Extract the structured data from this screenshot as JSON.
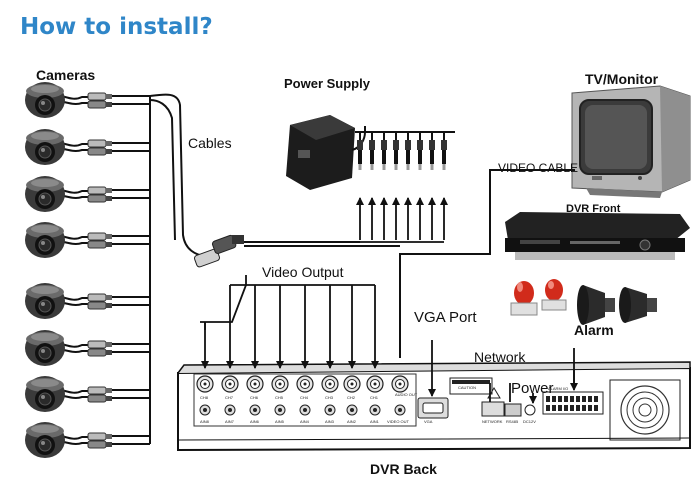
{
  "title": "How to install?",
  "labels": {
    "cameras": "Cameras",
    "cables": "Cables",
    "power_supply": "Power Supply",
    "tv_monitor": "TV/Monitor",
    "video_cable": "VIDEO CABLE",
    "dvr_front": "DVR Front",
    "video_output": "Video Output",
    "vga_port": "VGA Port",
    "alarm": "Alarm",
    "network": "Network",
    "power": "Power",
    "dvr_back": "DVR Back"
  },
  "panel": {
    "channels": [
      "CH8",
      "CH7",
      "CH6",
      "CH5",
      "CH4",
      "CH3",
      "CH2",
      "CH1"
    ],
    "audio_in": [
      "AIN8",
      "AIN7",
      "AIN6",
      "AIN5",
      "AIN4",
      "AIN3",
      "AIN2",
      "AIN1"
    ],
    "video_out": "VIDEO OUT",
    "audio_out": "AUDIO OUT",
    "vga": "VGA",
    "network_port": "NETWORK",
    "rs485": "RS485",
    "dc": "DC12V",
    "alarm_io": "ALARM I/O",
    "caution": "CAUTION"
  },
  "icons": [
    "dome-camera-icon",
    "power-adapter-icon",
    "tv-monitor-icon",
    "dvr-front-icon",
    "alarm-light-icon",
    "siren-speaker-icon",
    "bnc-connector-icon",
    "cooling-fan-icon"
  ]
}
